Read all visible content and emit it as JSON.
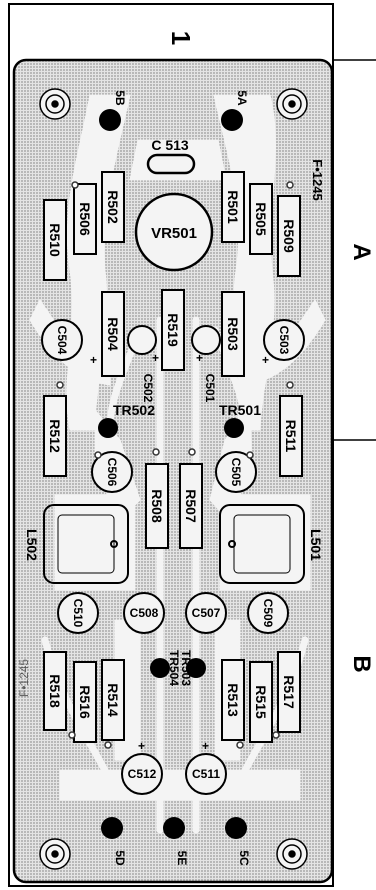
{
  "frame": {
    "column_number": "1",
    "section_a": "A",
    "section_b": "B"
  },
  "board": {
    "code": "F•1245",
    "code_mirrored": "F•1245"
  },
  "connectors": {
    "c5B": "5B",
    "c5A": "5A",
    "c5D": "5D",
    "c5E": "5E",
    "c5C": "5C"
  },
  "pot": {
    "label": "VR501"
  },
  "resistors": {
    "r501": "R501",
    "r502": "R502",
    "r503": "R503",
    "r504": "R504",
    "r505": "R505",
    "r506": "R506",
    "r507": "R507",
    "r508": "R508",
    "r509": "R509",
    "r510": "R510",
    "r511": "R511",
    "r512": "R512",
    "r513": "R513",
    "r514": "R514",
    "r515": "R515",
    "r516": "R516",
    "r517": "R517",
    "r518": "R518",
    "r519": "R519"
  },
  "capacitors": {
    "c513": "C 513",
    "c501": "C501",
    "c502": "C502",
    "c503": "C503",
    "c504": "C504",
    "c505": "C505",
    "c506": "C506",
    "c507": "C507",
    "c508": "C508",
    "c509": "C509",
    "c510": "C510",
    "c511": "C511",
    "c512": "C512"
  },
  "transistors": {
    "tr501": "TR501",
    "tr502": "TR502",
    "tr503": "TR503",
    "tr504": "TR504"
  },
  "inductors": {
    "l501": "L501",
    "l502": "L502"
  },
  "colors": {
    "ink": "#000000",
    "board": "#d6d6d6",
    "copper": "#f2f2f2"
  }
}
